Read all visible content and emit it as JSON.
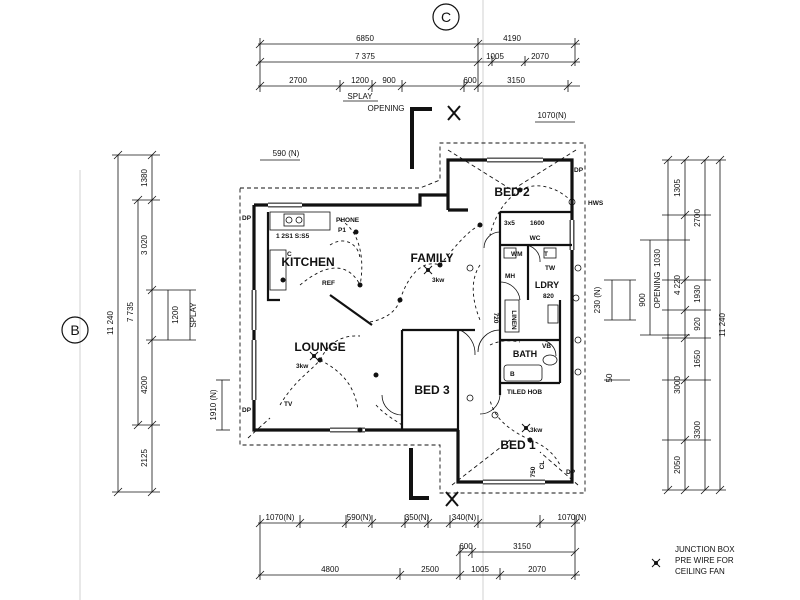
{
  "grid_markers": {
    "top": "C",
    "left": "B"
  },
  "dims_top": {
    "r1": [
      "6850",
      "4190"
    ],
    "r2": [
      "7 375",
      "1005",
      "2070"
    ],
    "r3": [
      "2700",
      "1200",
      "900",
      "600",
      "3150"
    ],
    "splay": "SPLAY",
    "opening": "OPENING",
    "bed2_window": "1070(N)",
    "kitchen_window": "590 (N)"
  },
  "dims_bottom": {
    "r1": [
      "1070(N)",
      "590(N)",
      "350(N)",
      "340(N)",
      "1070(N)"
    ],
    "r2": [
      "600",
      "3150"
    ],
    "r3": [
      "4800",
      "2500",
      "1005",
      "2070"
    ]
  },
  "dims_left": {
    "outer": "11 240",
    "mid": "7 735",
    "inner": [
      "1380",
      "3 020",
      "4200",
      "2125"
    ],
    "splay_val": "1200",
    "splay_label": "SPLAY",
    "window": "1910 (N)"
  },
  "dims_right": {
    "outer": "11 240",
    "mid": [
      "1305",
      "2700",
      "1930",
      "920",
      "1650",
      "3000",
      "3300",
      "2050"
    ],
    "total": "4 220",
    "opening_val": "900",
    "opening_label": "OPENING",
    "d1030": "1030",
    "d230": "230 (N)",
    "d50": "50"
  },
  "rooms": {
    "bed2": "BED 2",
    "family": "FAMILY",
    "kitchen": "KITCHEN",
    "lounge": "LOUNGE",
    "bed3": "BED 3",
    "bed1": "BED 1",
    "bath": "BATH",
    "ldry": "LDRY",
    "wc": "WC"
  },
  "fixtures": {
    "phone": "PHONE",
    "p1": "P1",
    "range": "1 2S1 S:S5",
    "c": "C",
    "ref": "REF",
    "dp": "DP",
    "hws": "HWS",
    "d3x5": "3x5",
    "d1600": "1600",
    "wm": "WM",
    "t": "T",
    "mh": "MH",
    "tw": "TW",
    "d820": "820",
    "linen": "LINEN",
    "d720": "720",
    "vb": "VB",
    "b": "B",
    "tiled_hob": "TILED HOB",
    "tv": "TV",
    "fan_tag": "3kw",
    "d750": "750",
    "cl": "CL"
  },
  "legend": {
    "line1": "JUNCTION BOX",
    "line2": "PRE WIRE FOR",
    "line3": "CEILING FAN"
  }
}
